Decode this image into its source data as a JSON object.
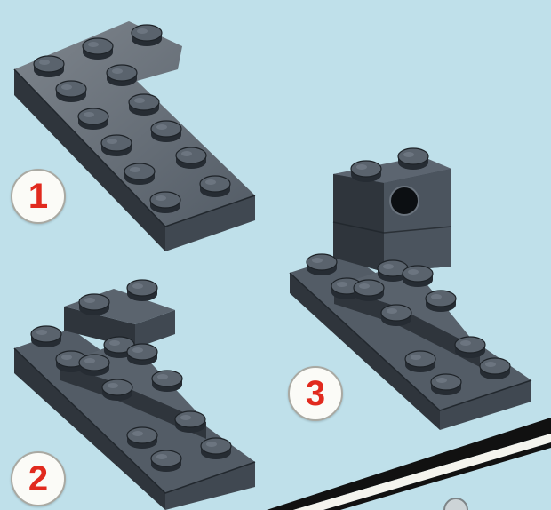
{
  "steps": [
    {
      "number": "1"
    },
    {
      "number": "2"
    },
    {
      "number": "3"
    }
  ],
  "colors": {
    "background": "#bfe0ea",
    "brick": "#4d5661",
    "badge_text": "#e12a1e"
  }
}
